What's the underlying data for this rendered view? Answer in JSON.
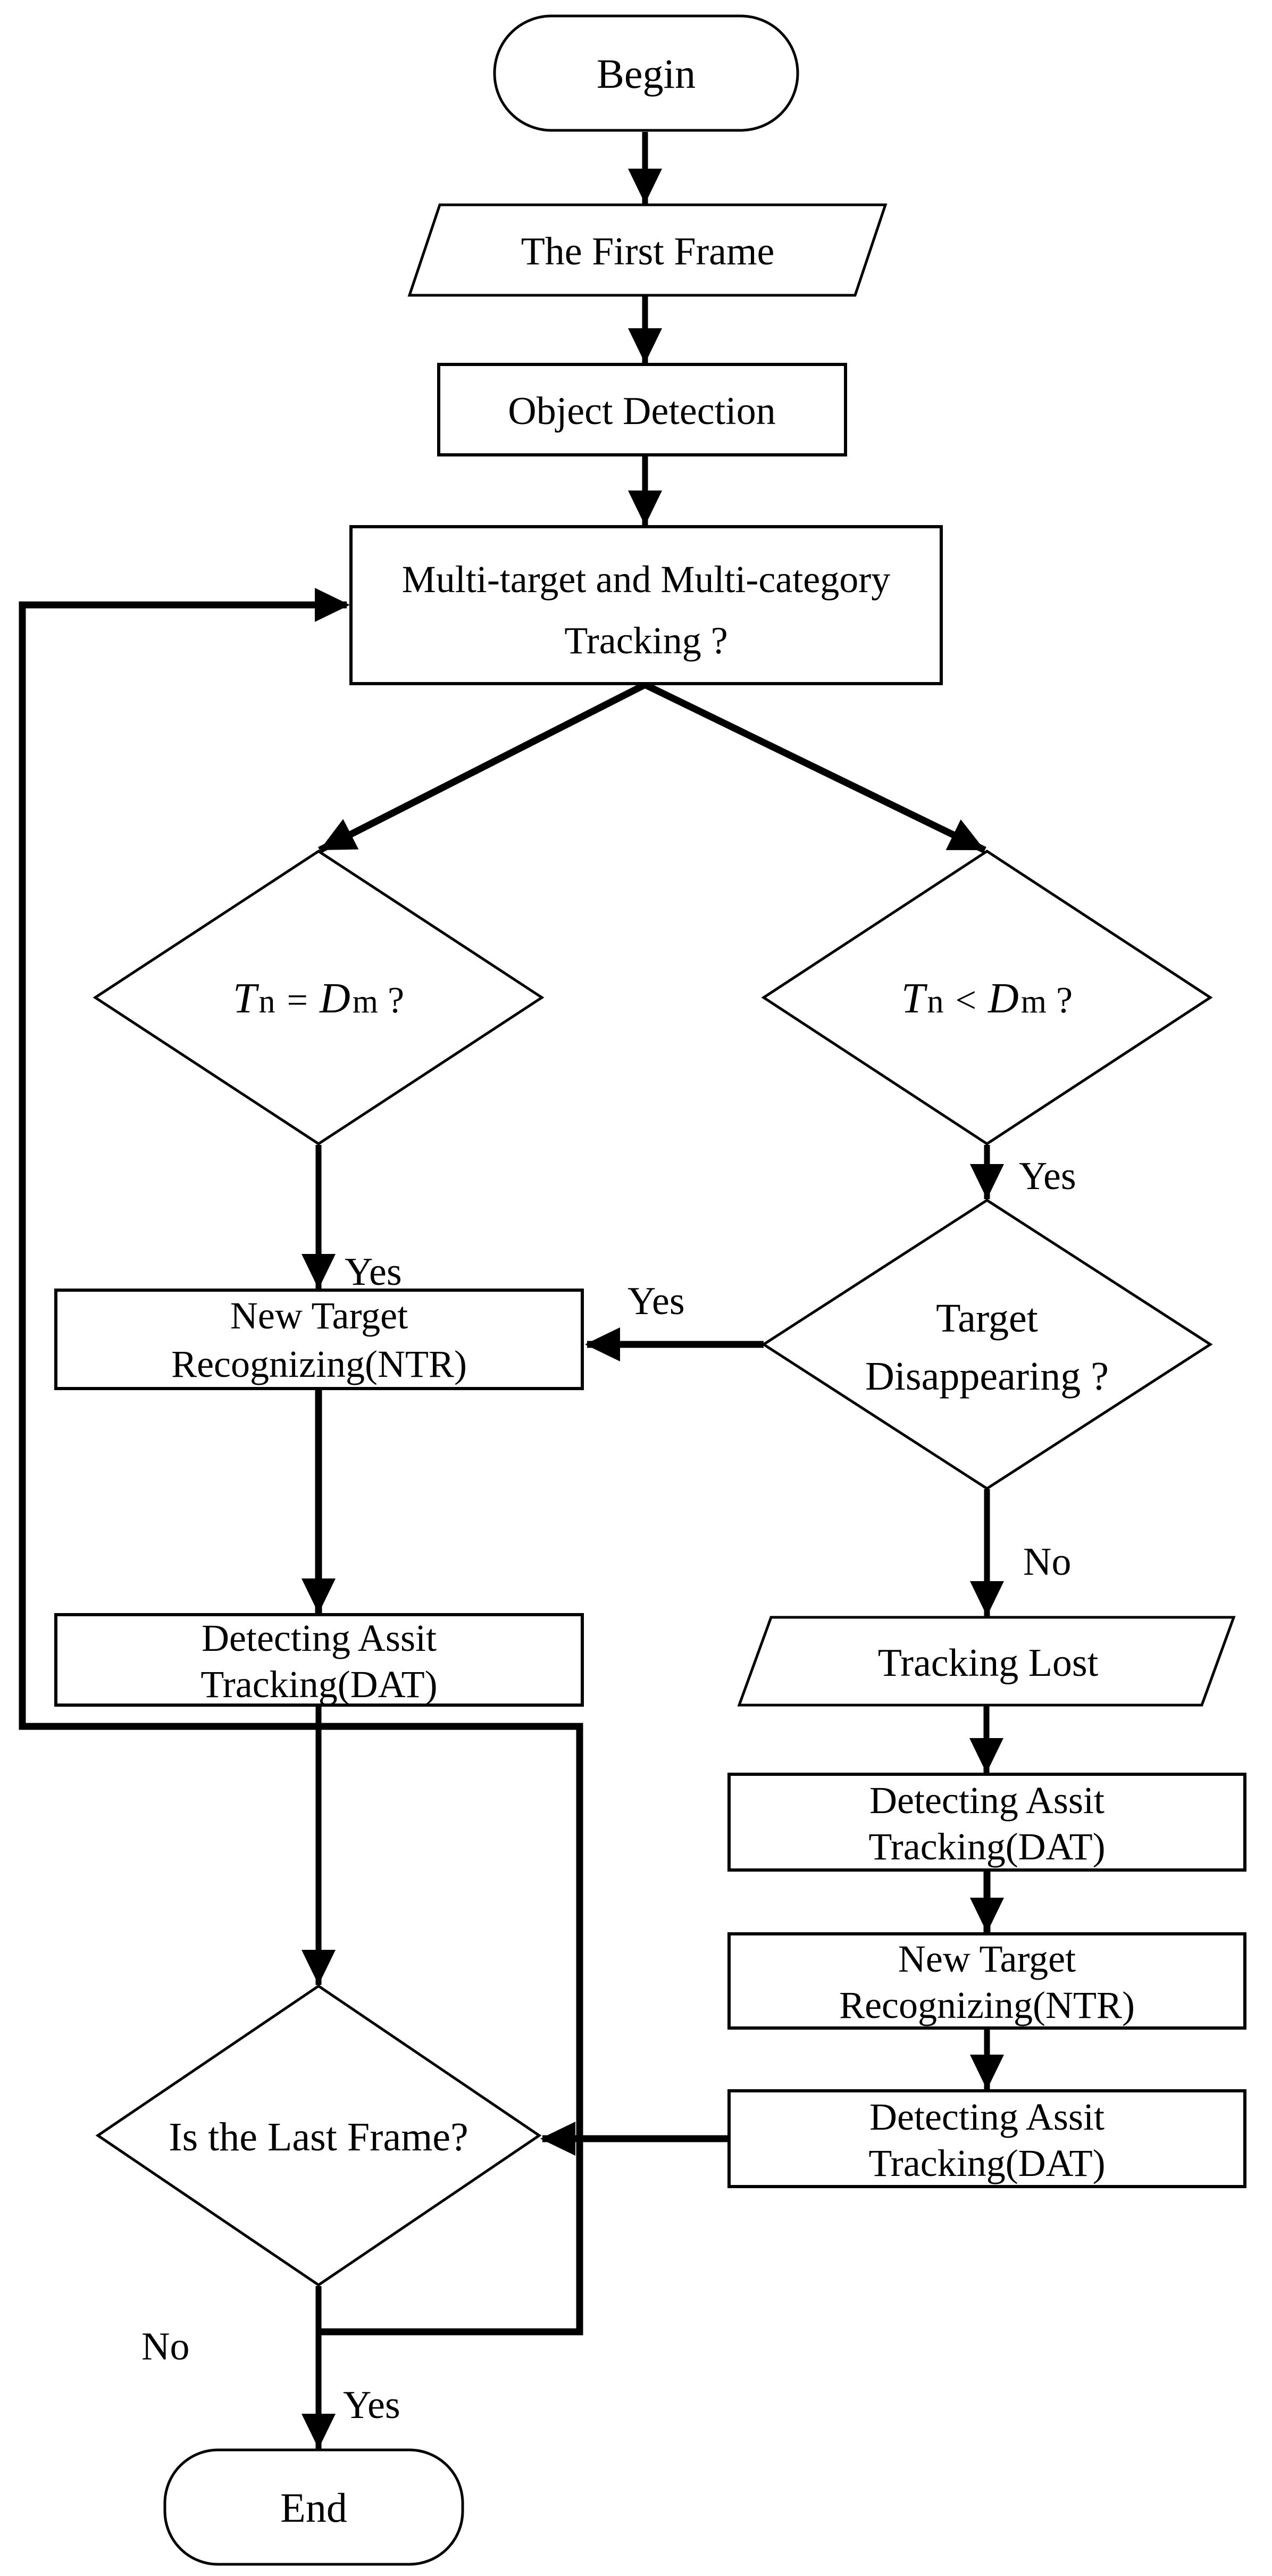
{
  "diagram": {
    "type": "flowchart",
    "background_color": "#ffffff",
    "stroke_color": "#000000",
    "text_color": "#000000",
    "nodes": {
      "begin": {
        "shape": "stadium",
        "label": "Begin"
      },
      "first_frame": {
        "shape": "parallelogram",
        "label": "The First Frame"
      },
      "object_detection": {
        "shape": "rect",
        "label": "Object Detection"
      },
      "multi_tracking": {
        "shape": "rect",
        "line1": "Multi-target and Multi-category",
        "line2": "Tracking ?"
      },
      "cond_equal": {
        "shape": "diamond",
        "var1": "T",
        "sub1": "n",
        "op": "=",
        "var2": "D",
        "sub2": "m",
        "suffix": "?"
      },
      "cond_less": {
        "shape": "diamond",
        "var1": "T",
        "sub1": "n",
        "op": "<",
        "var2": "D",
        "sub2": "m",
        "suffix": "?"
      },
      "ntr_left": {
        "shape": "rect",
        "line1": "New Target",
        "line2": "Recognizing(NTR)"
      },
      "target_disappearing": {
        "shape": "diamond",
        "line1": "Target",
        "line2": "Disappearing ?"
      },
      "dat_left": {
        "shape": "rect",
        "line1": "Detecting Assit",
        "line2": "Tracking(DAT)"
      },
      "tracking_lost": {
        "shape": "parallelogram",
        "label": "Tracking Lost"
      },
      "dat_right_1": {
        "shape": "rect",
        "line1": "Detecting Assit",
        "line2": "Tracking(DAT)"
      },
      "ntr_right": {
        "shape": "rect",
        "line1": "New Target",
        "line2": "Recognizing(NTR)"
      },
      "dat_right_2": {
        "shape": "rect",
        "line1": "Detecting Assit",
        "line2": "Tracking(DAT)"
      },
      "last_frame": {
        "shape": "diamond",
        "label": "Is the Last Frame?"
      },
      "end": {
        "shape": "stadium",
        "label": "End"
      }
    },
    "edge_labels": {
      "yes_equal": "Yes",
      "yes_less": "Yes",
      "yes_disappearing": "Yes",
      "no_disappearing": "No",
      "no_last": "No",
      "yes_last": "Yes"
    },
    "edges": [
      {
        "from": "begin",
        "to": "first_frame"
      },
      {
        "from": "first_frame",
        "to": "object_detection"
      },
      {
        "from": "object_detection",
        "to": "multi_tracking"
      },
      {
        "from": "multi_tracking",
        "to": "cond_equal"
      },
      {
        "from": "multi_tracking",
        "to": "cond_less"
      },
      {
        "from": "cond_equal",
        "to": "ntr_left",
        "label": "Yes"
      },
      {
        "from": "cond_less",
        "to": "target_disappearing",
        "label": "Yes"
      },
      {
        "from": "target_disappearing",
        "to": "ntr_left",
        "label": "Yes"
      },
      {
        "from": "target_disappearing",
        "to": "tracking_lost",
        "label": "No"
      },
      {
        "from": "ntr_left",
        "to": "dat_left"
      },
      {
        "from": "dat_left",
        "to": "last_frame"
      },
      {
        "from": "tracking_lost",
        "to": "dat_right_1"
      },
      {
        "from": "dat_right_1",
        "to": "ntr_right"
      },
      {
        "from": "ntr_right",
        "to": "dat_right_2"
      },
      {
        "from": "dat_right_2",
        "to": "last_frame"
      },
      {
        "from": "last_frame",
        "to": "multi_tracking",
        "label": "No"
      },
      {
        "from": "last_frame",
        "to": "end",
        "label": "Yes"
      }
    ]
  }
}
